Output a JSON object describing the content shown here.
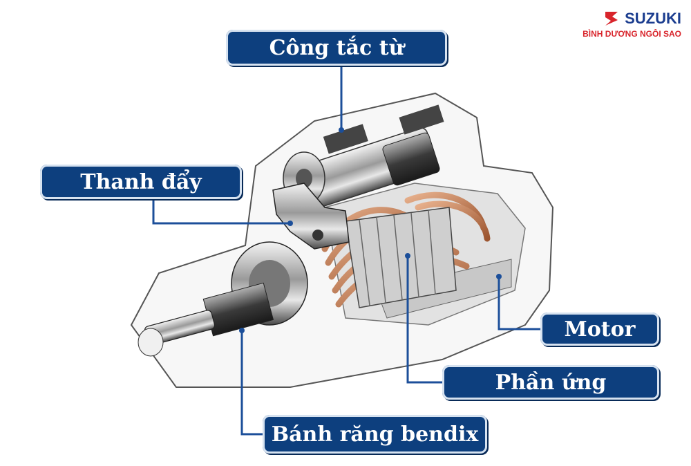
{
  "brand": {
    "name": "SUZUKI",
    "subtitle": "BÌNH DƯƠNG NGÔI SAO",
    "logo_color": "#d8242b",
    "text_color": "#1b3d8f"
  },
  "labels": {
    "magnetic_switch": "Công tắc từ",
    "push_rod": "Thanh đẩy",
    "motor": "Motor",
    "armature": "Phần ứng",
    "bendix_gear": "Bánh răng bendix"
  },
  "colors": {
    "label_bg": "#0d3f7e",
    "leader_line": "#1c4f9a",
    "copper": "#c07850"
  }
}
